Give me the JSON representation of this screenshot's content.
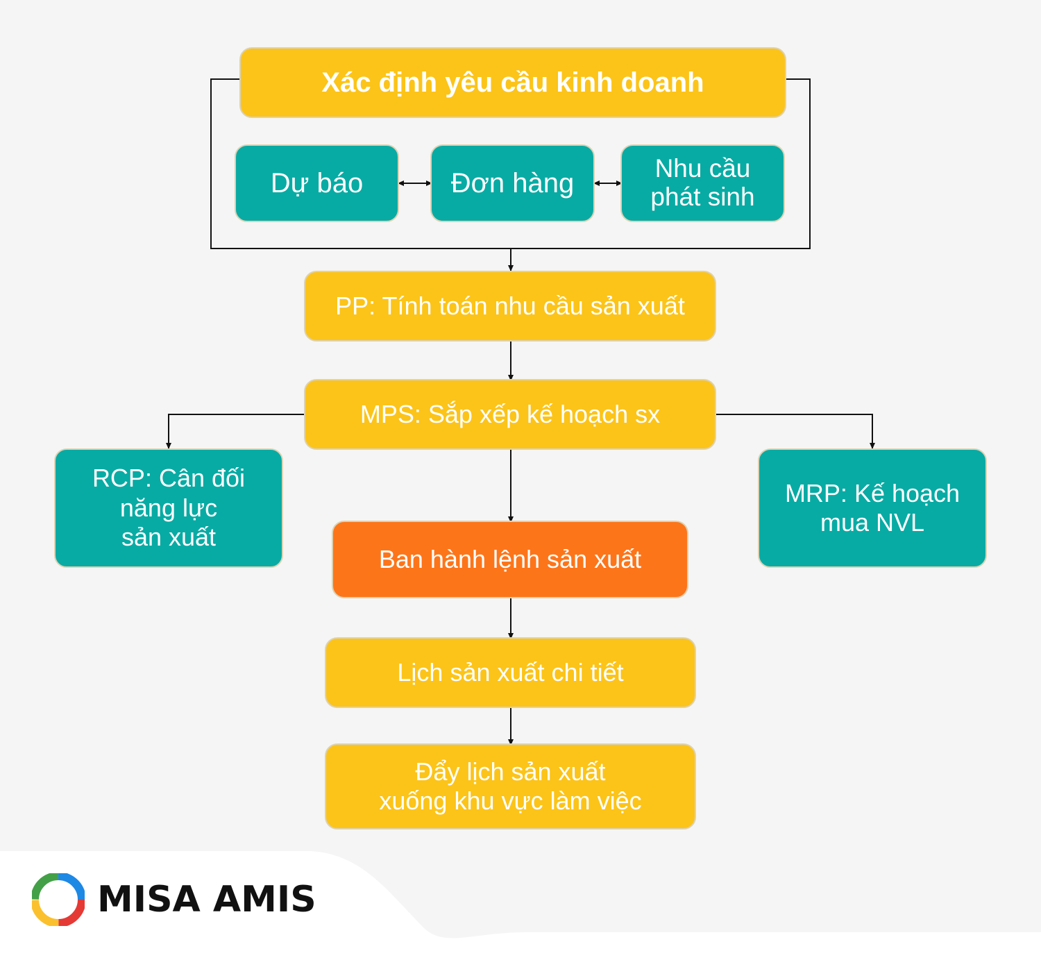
{
  "nodes": {
    "business_requirements": "Xác định yêu cầu kinh doanh",
    "forecast": "Dự báo",
    "orders": "Đơn hàng",
    "arising_demand": "Nhu cầu\nphát sinh",
    "pp": "PP: Tính toán nhu cầu sản xuất",
    "mps": "MPS: Sắp xếp kế hoạch sx",
    "rcp": "RCP: Cân đối\nnăng lực\nsản xuất",
    "mrp": "MRP: Kế hoạch\nmua NVL",
    "issue_order": "Ban hành lệnh sản xuất",
    "detailed_schedule": "Lịch sản xuất chi tiết",
    "push_schedule": "Đẩy lịch sản xuất\nxuống khu vực làm việc"
  },
  "brand": {
    "name": "MISA AMIS"
  },
  "colors": {
    "yellow": "#fcc419",
    "teal": "#08aba4",
    "orange": "#fd7519",
    "line": "#111111",
    "background": "#f5f5f5"
  }
}
